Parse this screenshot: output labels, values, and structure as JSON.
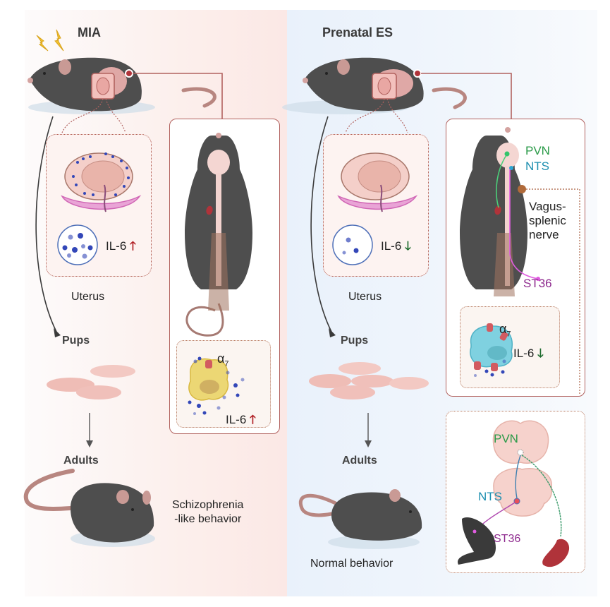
{
  "left_panel": {
    "title": "MIA",
    "uterus_label": "Uterus",
    "il6_label": "IL-6",
    "il6_change": "up",
    "pups_label": "Pups",
    "adults_label": "Adults",
    "outcome_line1": "Schizophrenia",
    "outcome_line2": "-like behavior",
    "spleen_box": {
      "receptor_label": "α",
      "receptor_sub": "7",
      "il6_label": "IL-6"
    }
  },
  "right_panel": {
    "title": "Prenatal ES",
    "uterus_label": "Uterus",
    "il6_label": "IL-6",
    "il6_change": "down",
    "pups_label": "Pups",
    "adults_label": "Adults",
    "outcome": "Normal behavior",
    "pathway": {
      "pvn": "PVN",
      "nts": "NTS",
      "nerve_line1": "Vagus-",
      "nerve_line2": "splenic",
      "nerve_line3": "nerve",
      "st36": "ST36"
    },
    "spleen_box": {
      "receptor_label": "α",
      "receptor_sub": "7",
      "il6_label": "IL-6"
    },
    "brain_box": {
      "pvn": "PVN",
      "nts": "NTS",
      "st36": "ST36"
    }
  },
  "symbols": {
    "up_arrow": "🡑",
    "down_arrow": "🡓"
  },
  "colors": {
    "mia_bg": "#fcefec",
    "es_bg": "#eef4fb",
    "frame": "#b2625f",
    "up": "#b01e24",
    "down": "#1e6b2e",
    "pvn": "#2a9a48",
    "nts": "#1d8fb0",
    "st36": "#8e2a8e"
  }
}
